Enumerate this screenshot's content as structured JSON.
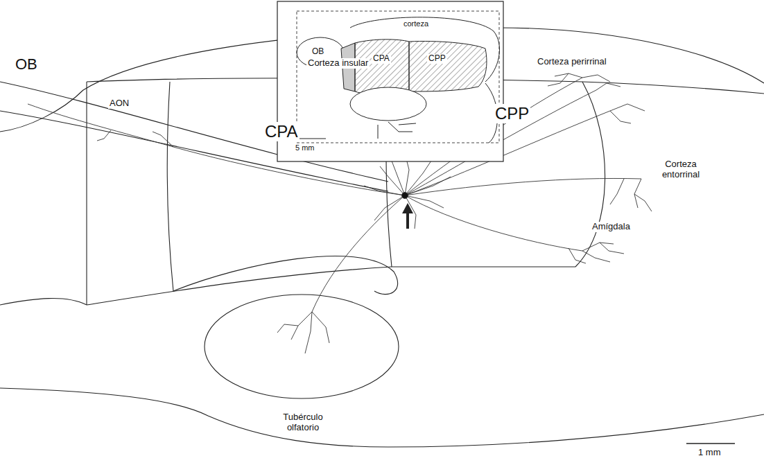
{
  "diagram": {
    "labels": [
      "OB",
      "corteza",
      "CPA",
      "CPP",
      "5 mm",
      "Corteza insular",
      "Corteza perirrinal",
      "OB",
      "AON",
      "CPA",
      "CPP",
      "Corteza entorrinal",
      "Amígdala",
      "Tubérculo olfatorio",
      "1 mm"
    ]
  }
}
